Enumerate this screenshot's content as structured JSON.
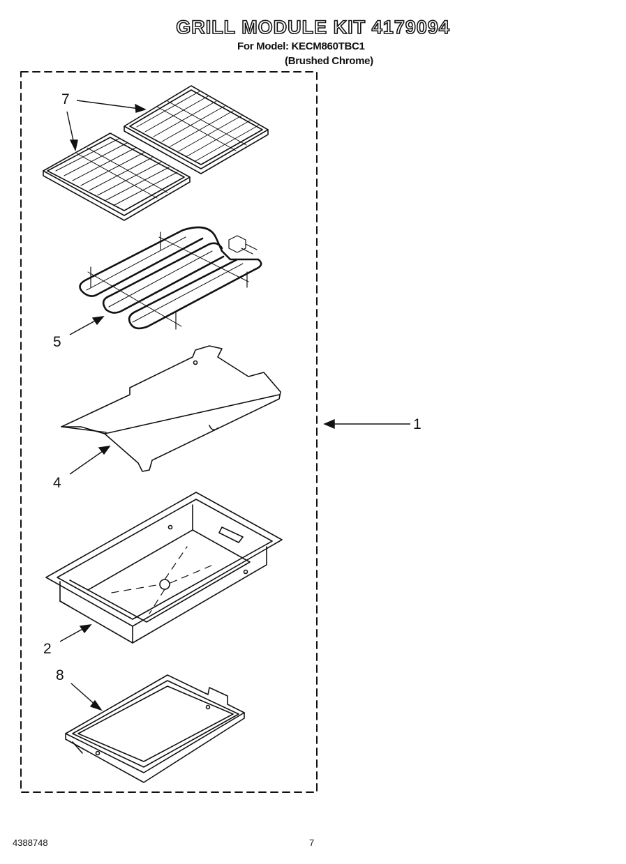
{
  "header": {
    "title": "GRILL MODULE KIT 4179094",
    "model_line": "For Model: KECM860TBC1",
    "finish_line": "(Brushed Chrome)"
  },
  "callouts": {
    "c1": "1",
    "c2": "2",
    "c4": "4",
    "c5": "5",
    "c7": "7",
    "c8": "8"
  },
  "footer": {
    "doc_number": "4388748",
    "page_number": "7"
  }
}
